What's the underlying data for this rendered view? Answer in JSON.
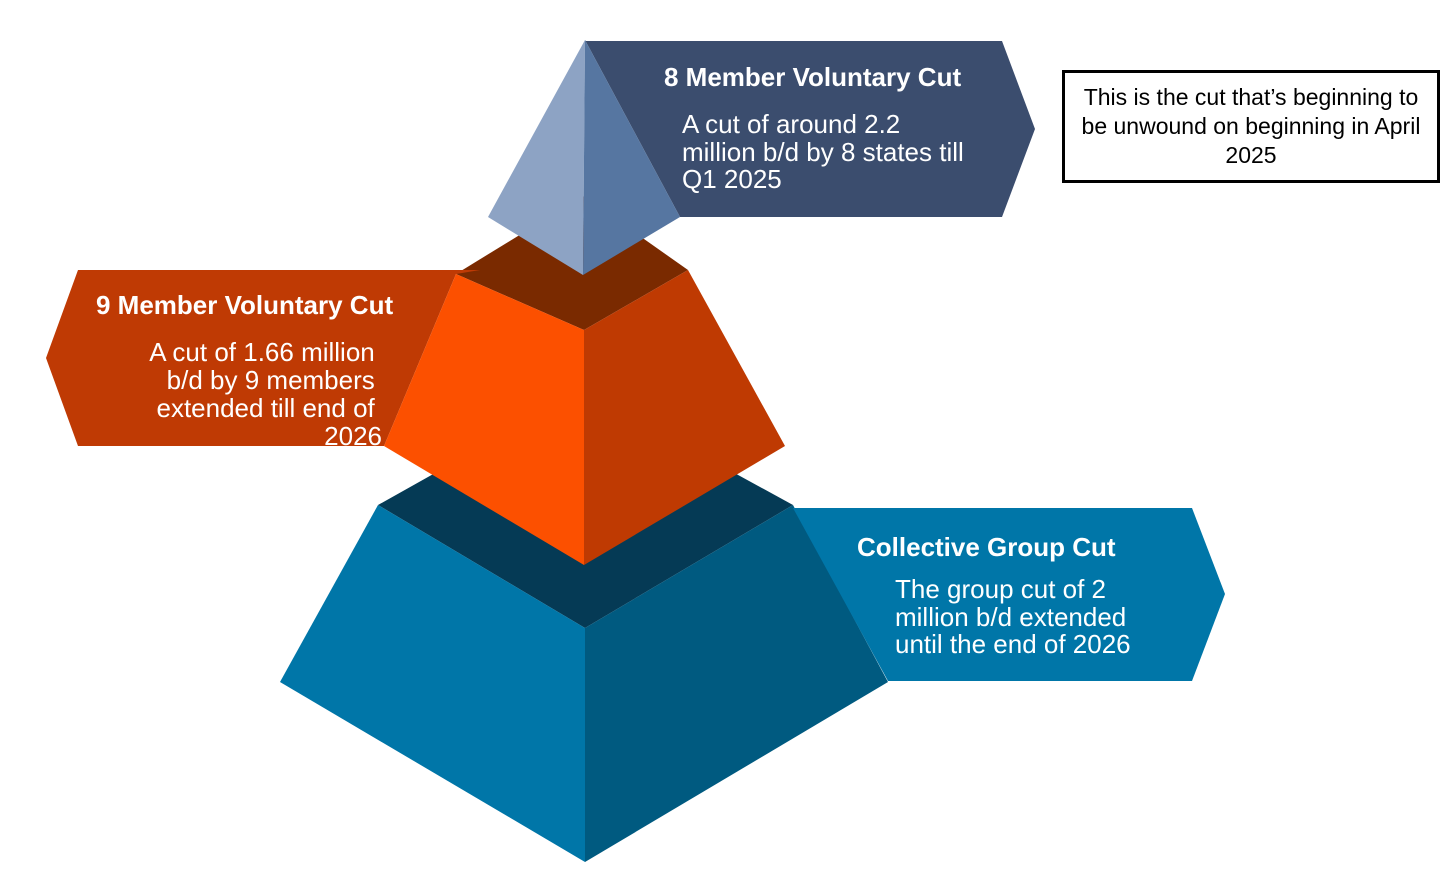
{
  "tiers": [
    {
      "id": "top",
      "title": "8 Member Voluntary Cut",
      "body_lines": [
        "A cut of around 2.2",
        "million b/d by 8 states till",
        "Q1 2025"
      ],
      "banner_color": "#3b4d6e",
      "face_light": "#8da3c4",
      "face_dark": "#5676a1"
    },
    {
      "id": "middle",
      "title": "9 Member Voluntary Cut",
      "body_lines": [
        "A cut of 1.66 million",
        "b/d by 9 members",
        "extended till end of",
        "2026"
      ],
      "banner_color": "#bf3a04",
      "face_top": "#7a2a00",
      "face_light": "#fc5000",
      "face_dark": "#bf3a02"
    },
    {
      "id": "bottom",
      "title": "Collective Group Cut",
      "body_lines": [
        "The group cut of 2",
        "million b/d extended",
        "until the end of  2026"
      ],
      "banner_color": "#0076a8",
      "face_top": "#053a55",
      "face_light": "#0076a8",
      "face_dark": "#005a80"
    }
  ],
  "note": {
    "text": "This is the cut that’s beginning to be unwound on beginning in April 2025"
  }
}
